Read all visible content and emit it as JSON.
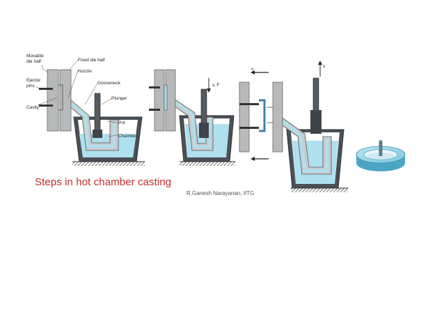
{
  "caption": "Steps in hot chamber casting",
  "credit": "R.Ganesh Narayanan, IITG",
  "labels": {
    "movable_die_half": "Movable die half",
    "fixed_die_half": "Fixed die half",
    "nozzle": "Nozzle",
    "ejector_pins": "Ejector pins",
    "gooseneck": "Gooseneck",
    "cavity": "Cavity",
    "plunger": "Plunger",
    "pot": "Pot",
    "chamber": "Chamber",
    "vF": "v, F",
    "v_left": "v",
    "v_up": "v"
  },
  "colors": {
    "caption": "#c42a2a",
    "metal_fill": "#aee0ef",
    "die": "#b7b9bb",
    "pot_outline": "#3d4347"
  }
}
